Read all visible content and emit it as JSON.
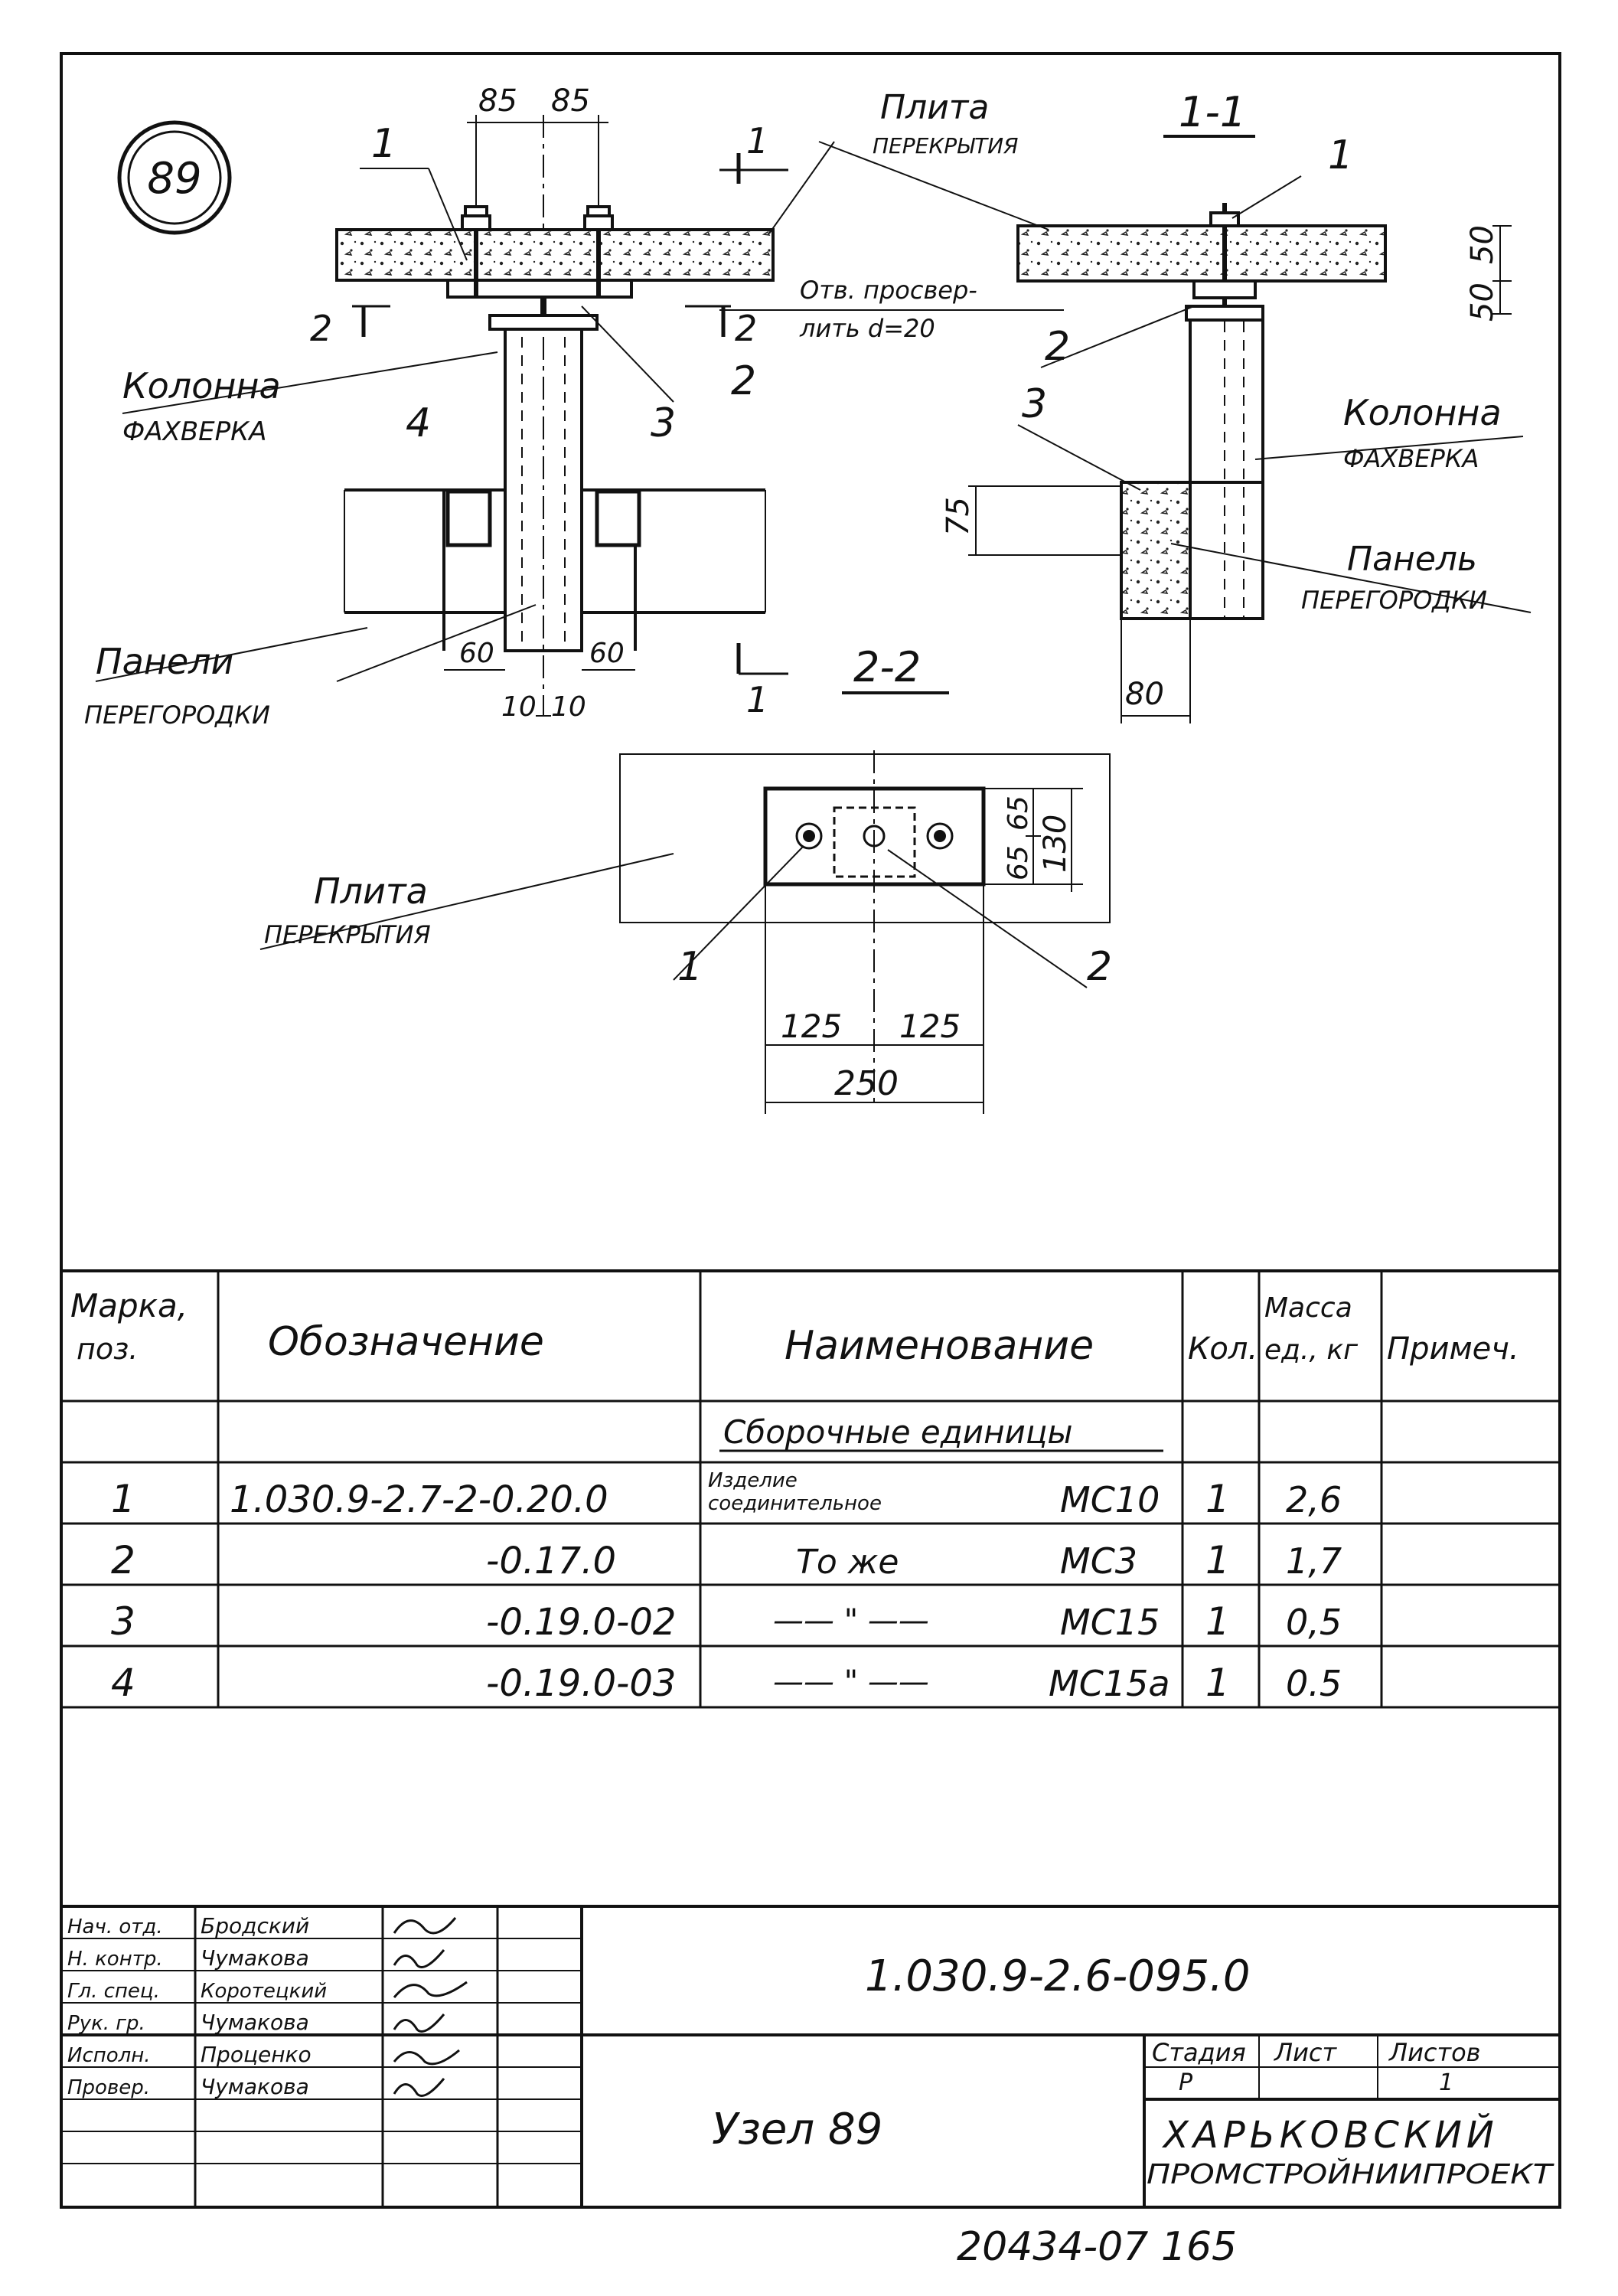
{
  "node_badge": "89",
  "drawing": {
    "section_1_1": "1-1",
    "section_2_2": "2-2",
    "cut_mark_1": "1",
    "cut_mark_2": "2",
    "slab_label_top": "Плита",
    "slab_label_bottom": "ПЕРЕКРЫТИЯ",
    "hole_note_line1": "Отв. просвер-",
    "hole_note_line2": "лить d=20",
    "column_label_top": "Колонна",
    "column_label_bottom": "ФАХВЕРКА",
    "panels_label_top": "Панели",
    "panels_label_bottom": "ПЕРЕГОРОДКИ",
    "panel_label_top": "Панель",
    "panel_label_bottom": "ПЕРЕГОРОДКИ",
    "slab2_label_top": "Плита",
    "slab2_label_bottom": "ПЕРЕКРЫТИЯ",
    "pos_1": "1",
    "pos_2": "2",
    "pos_3": "3",
    "pos_4": "4",
    "dims": {
      "d85a": "85",
      "d85b": "85",
      "d50a": "50",
      "d50b": "50",
      "d75": "75",
      "d60a": "60",
      "d60b": "60",
      "d10a": "10",
      "d10b": "10",
      "d80": "80",
      "d65a": "65",
      "d65b": "65",
      "d130": "130",
      "d125a": "125",
      "d125b": "125",
      "d250": "250"
    }
  },
  "spec_table": {
    "headers": {
      "mark_line1": "Марка,",
      "mark_line2": "поз.",
      "designation": "Обозначение",
      "name": "Наименование",
      "qty": "Кол.",
      "mass_line1": "Масса",
      "mass_line2": "ед., кг",
      "note": "Примеч."
    },
    "section_title": "Сборочные единицы",
    "rows": [
      {
        "pos": "1",
        "designation": "1.030.9-2.7-2-0.20.0",
        "name_line1": "Изделие",
        "name_line2": "соединительное",
        "mark": "МС10",
        "qty": "1",
        "mass": "2,6",
        "note": ""
      },
      {
        "pos": "2",
        "designation": "-0.17.0",
        "name": "То же",
        "mark": "МС3",
        "qty": "1",
        "mass": "1,7",
        "note": ""
      },
      {
        "pos": "3",
        "designation": "-0.19.0-02",
        "name": "—— \" ——",
        "mark": "МС15",
        "qty": "1",
        "mass": "0,5",
        "note": ""
      },
      {
        "pos": "4",
        "designation": "-0.19.0-03",
        "name": "—— \" ——",
        "mark": "МС15а",
        "qty": "1",
        "mass": "0.5",
        "note": ""
      }
    ]
  },
  "title_block": {
    "signatures": [
      {
        "role": "Нач. отд.",
        "name": "Бродский"
      },
      {
        "role": "Н. контр.",
        "name": "Чумакова"
      },
      {
        "role": "Гл. спец.",
        "name": "Коротецкий"
      },
      {
        "role": "Рук. гр.",
        "name": "Чумакова"
      },
      {
        "role": "Исполн.",
        "name": "Проценко"
      },
      {
        "role": "Провер.",
        "name": "Чумакова"
      }
    ],
    "doc_code": "1.030.9-2.6-095.0",
    "sheet_title": "Узел 89",
    "stage_label": "Стадия",
    "sheet_label": "Лист",
    "sheets_label": "Листов",
    "stage_value": "Р",
    "sheet_value": "",
    "sheets_value": "1",
    "org_line1": "ХАРЬКОВСКИЙ",
    "org_line2": "ПРОМСТРОЙНИИПРОЕКТ"
  },
  "footer_note": "20434-07    165"
}
